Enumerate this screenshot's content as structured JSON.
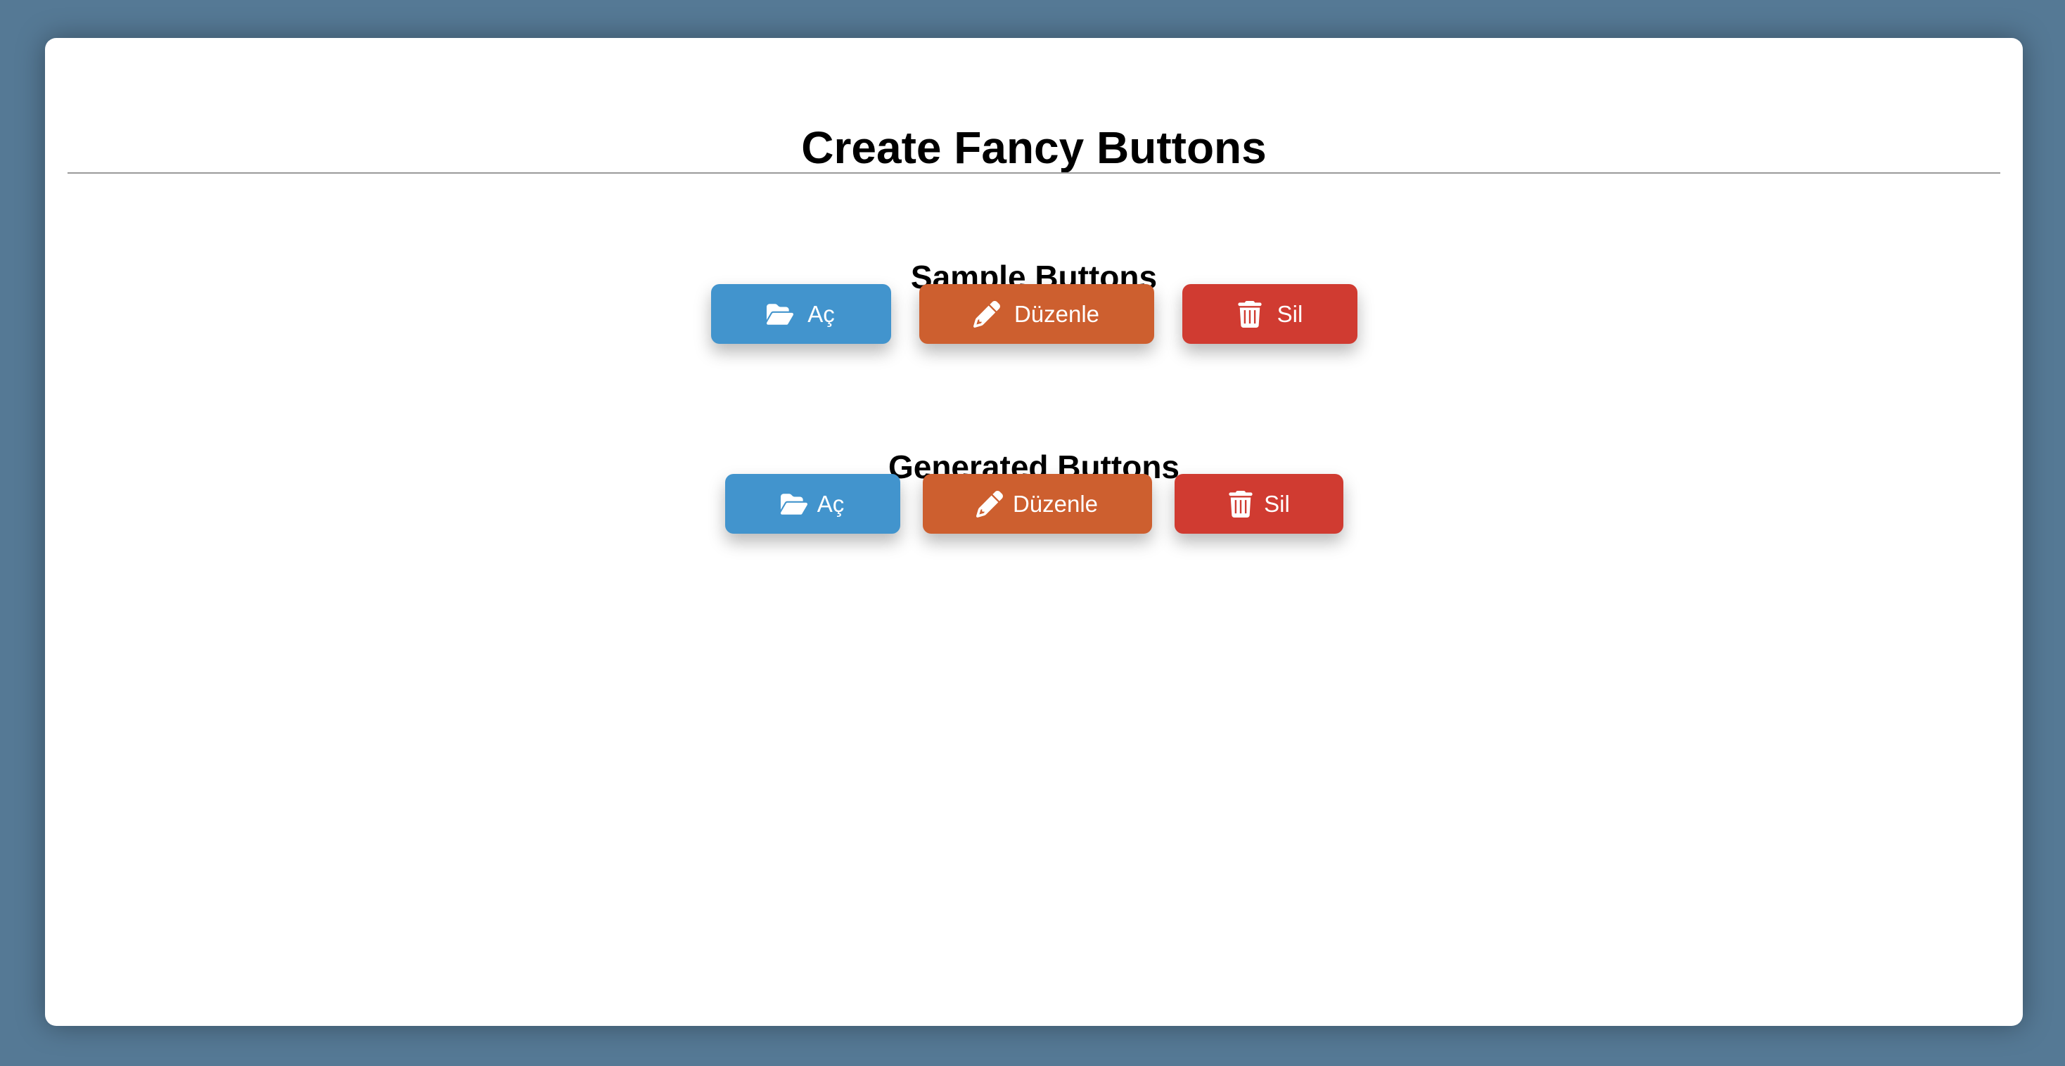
{
  "page": {
    "title": "Create Fancy Buttons"
  },
  "sample": {
    "title": "Sample Buttons",
    "buttons": [
      {
        "label": "Aç",
        "icon": "folder-open-icon",
        "color": "#4294cd"
      },
      {
        "label": "Düzenle",
        "icon": "pencil-icon",
        "color": "#cd5f2f"
      },
      {
        "label": "Sil",
        "icon": "trash-icon",
        "color": "#d03b31"
      }
    ]
  },
  "generated": {
    "title": "Generated Buttons",
    "buttons": [
      {
        "label": "Aç",
        "icon": "folder-open-icon",
        "color": "#4294cd"
      },
      {
        "label": "Düzenle",
        "icon": "pencil-icon",
        "color": "#cd5f2f"
      },
      {
        "label": "Sil",
        "icon": "trash-icon",
        "color": "#d03b31"
      }
    ]
  },
  "colors": {
    "background": "#557995",
    "card": "#ffffff"
  }
}
